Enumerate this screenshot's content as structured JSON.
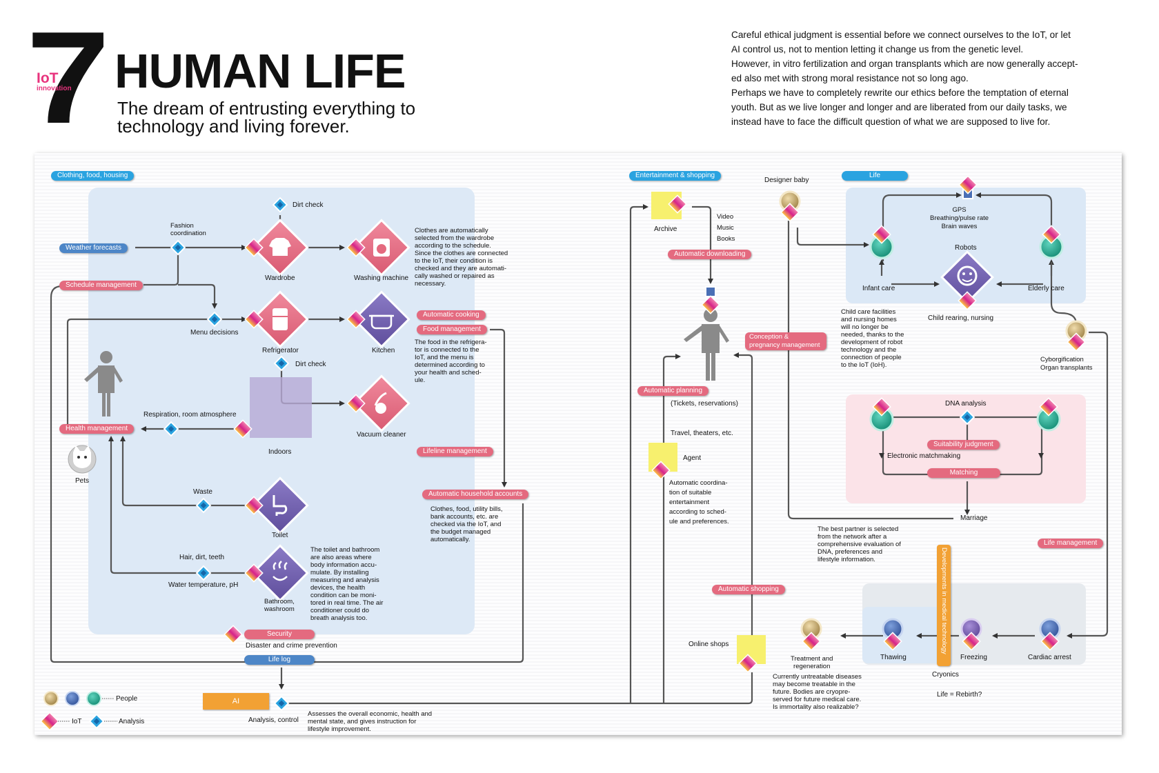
{
  "header": {
    "number": "7",
    "badge_line1": "IoT",
    "badge_line2": "innovation",
    "title": "HUMAN LIFE",
    "subtitle_line1": "The dream of entrusting everything to",
    "subtitle_line2": "technology and living forever.",
    "intro_lines": [
      "Careful ethical judgment is essential before we connect ourselves to the IoT, or let",
      "AI control us, not to mention letting it change us from the genetic level.",
      "However, in vitro fertilization and organ transplants which are now generally accept-",
      "ed also met with strong moral resistance not so long ago.",
      "Perhaps we have to completely rewrite our ethics before the temptation of eternal",
      "youth. But as we live longer and longer and are liberated from our daily tasks, we",
      "instead have to face the difficult question of what we are supposed to live for."
    ]
  },
  "colors": {
    "pink": "#e46a7f",
    "iot_magenta": "#d6238a",
    "analysis_blue": "#2aa3e0",
    "panel_blue": "#dbe8f6",
    "panel_pink": "#fbe3e8",
    "ai_orange": "#f2a134",
    "people_teal": "#1fa28a",
    "people_blue": "#4a6fb5",
    "people_gold": "#c8a86a"
  },
  "sections": {
    "housing": "Clothing, food, housing",
    "entertainment": "Entertainment & shopping",
    "life": "Life"
  },
  "pills": {
    "weather": "Weather forecasts",
    "schedule": "Schedule management",
    "health": "Health management",
    "security": "Security",
    "life_log": "Life log",
    "ai": "AI",
    "auto_cooking": "Automatic cooking",
    "food_mgmt": "Food management",
    "lifeline": "Lifeline management",
    "household": "Automatic household accounts",
    "auto_download": "Automatic downloading",
    "auto_planning": "Automatic planning",
    "auto_shopping": "Automatic shopping",
    "conception_1": "Conception &",
    "conception_2": "pregnancy management",
    "suitability": "Suitability judgment",
    "matching": "Matching",
    "life_mgmt": "Life management",
    "dev_medical": "Developments in medical technology"
  },
  "labels": {
    "dirt_check_1": "Dirt check",
    "fashion": "Fashion\ncoordination",
    "wardrobe": "Wardrobe",
    "washing": "Washing machine",
    "menu": "Menu decisions",
    "refrigerator": "Refrigerator",
    "kitchen": "Kitchen",
    "dirt_check_2": "Dirt check",
    "vacuum": "Vacuum cleaner",
    "respiration": "Respiration, room atmosphere",
    "indoors": "Indoors",
    "pets": "Pets",
    "waste": "Waste",
    "toilet": "Toilet",
    "hair": "Hair, dirt, teeth",
    "water": "Water temperature, pH",
    "bathroom": "Bathroom,\nwashroom",
    "disaster": "Disaster and crime prevention",
    "analysis_control": "Analysis, control",
    "archive": "Archive",
    "media": "Video\nMusic\nBooks",
    "tickets": "(Tickets, reservations)",
    "travel": "Travel, theaters, etc.",
    "agent": "Agent",
    "online_shops": "Online shops",
    "designer_baby": "Designer baby",
    "gps": "GPS\nBreathing/pulse rate\nBrain waves",
    "robots": "Robots",
    "infant_care": "Infant care",
    "elderly_care": "Elderly care",
    "child_rearing": "Child rearing, nursing",
    "cyborg": "Cyborgification\nOrgan transplants",
    "dna": "DNA analysis",
    "matchmaking": "Electronic matchmaking",
    "marriage": "Marriage",
    "treatment": "Treatment and\nregeneration",
    "thawing": "Thawing",
    "freezing": "Freezing",
    "cardiac": "Cardiac arrest",
    "cryonics": "Cryonics",
    "rebirth": "Life = Rebirth?"
  },
  "paragraphs": {
    "clothes": "Clothes are automatically\nselected from the wardrobe\naccording to the schedule.\nSince the clothes are connected\nto the IoT, their condition is\nchecked and they are automati-\ncally washed or repaired as\nnecessary.",
    "food": "The food in the refrigera-\ntor is connected to the\nIoT, and the menu is\ndetermined according to\nyour health and sched-\nule.",
    "household": "Clothes, food, utility bills,\nbank accounts, etc. are\nchecked via the IoT, and\nthe budget managed\nautomatically.",
    "toilet": "The toilet and bathroom\nare also areas where\nbody information accu-\nmulate. By installing\nmeasuring and analysis\ndevices, the health\ncondition can be moni-\ntored in real time. The air\nconditioner could do\nbreath analysis too.",
    "ai": "Assesses the overall economic, health and\nmental state, and gives instruction for\nlifestyle improvement.",
    "agent": "Automatic coordina-\ntion of suitable\nentertainment\naccording to sched-\nule and preferences.",
    "childcare": "Child care facilities\nand nursing homes\nwill no longer be\nneeded, thanks to the\ndevelopment of robot\ntechnology and the\nconnection of people\nto the IoT (IoH).",
    "partner": "The best partner is selected\nfrom the network after a\ncomprehensive evaluation of\nDNA, preferences and\nlifestyle information.",
    "cryo": "Currently untreatable diseases\nmay become treatable in the\nfuture. Bodies are cryopre-\nserved for future medical care.\nIs immortality also realizable?"
  },
  "legend": {
    "people": "People",
    "iot": "IoT",
    "analysis": "Analysis"
  }
}
